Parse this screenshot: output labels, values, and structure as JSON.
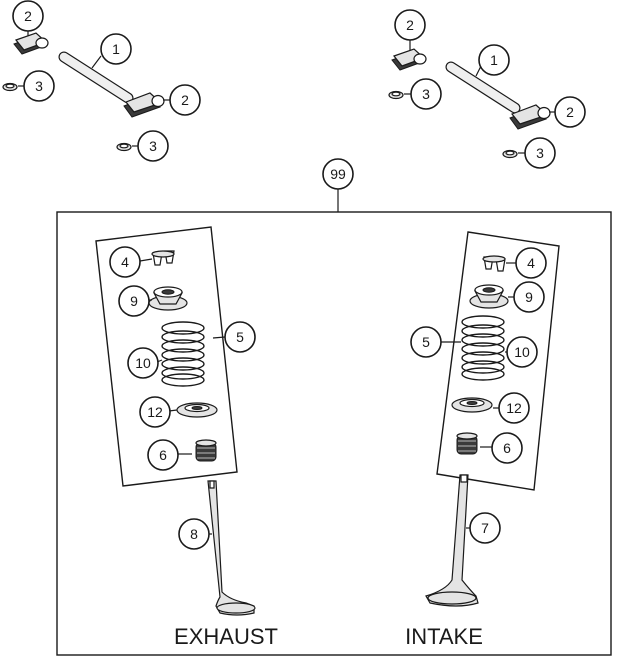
{
  "assembly": {
    "main_label": "99",
    "exhaust_caption": "EXHAUST",
    "intake_caption": "INTAKE"
  },
  "callouts": {
    "left_rocker_shaft": "1",
    "left_rocker_arm_top": "2",
    "left_rocker_arm_bottom": "2",
    "left_shim_top": "3",
    "left_shim_bottom": "3",
    "right_rocker_shaft": "1",
    "right_rocker_arm_top": "2",
    "right_rocker_arm_bottom": "2",
    "right_shim_top": "3",
    "right_shim_bottom": "3",
    "exhaust_keepers": "4",
    "exhaust_spring_group": "5",
    "exhaust_stem_seal": "6",
    "exhaust_valve": "8",
    "exhaust_retainer": "9",
    "exhaust_spring": "10",
    "exhaust_seat": "12",
    "intake_keepers": "4",
    "intake_spring_group": "5",
    "intake_stem_seal": "6",
    "intake_valve": "7",
    "intake_retainer": "9",
    "intake_spring": "10",
    "intake_seat": "12"
  }
}
